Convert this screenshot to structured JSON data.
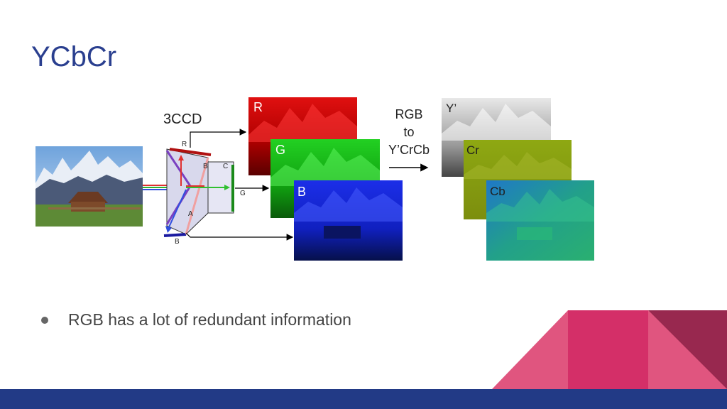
{
  "slide": {
    "title": "YCbCr",
    "bullets": [
      "RGB has a lot of redundant information"
    ]
  },
  "diagram": {
    "camera_label": "3CCD",
    "prism_labels": {
      "r": "R",
      "b_top": "B",
      "c": "C",
      "a": "A",
      "b_bottom": "B",
      "g": "G"
    },
    "channel_labels": {
      "r": "R",
      "g": "G",
      "b": "B"
    },
    "conversion_label": {
      "line1": "RGB",
      "line2": "to",
      "line3": "Y’CrCb"
    },
    "output_labels": {
      "y": "Y’",
      "cr": "Cr",
      "cb": "Cb"
    }
  },
  "colors": {
    "title": "#2a3f8f",
    "footer_bar": "#223a86",
    "accent_pink": "#e0557f",
    "accent_magenta": "#d42f68",
    "accent_dark": "#98284f",
    "red_channel": "#c80000",
    "green_channel": "#10c010",
    "blue_channel": "#1020d0",
    "cr_channel": "#8a9a10",
    "cb_channel": "#1aa08a"
  }
}
